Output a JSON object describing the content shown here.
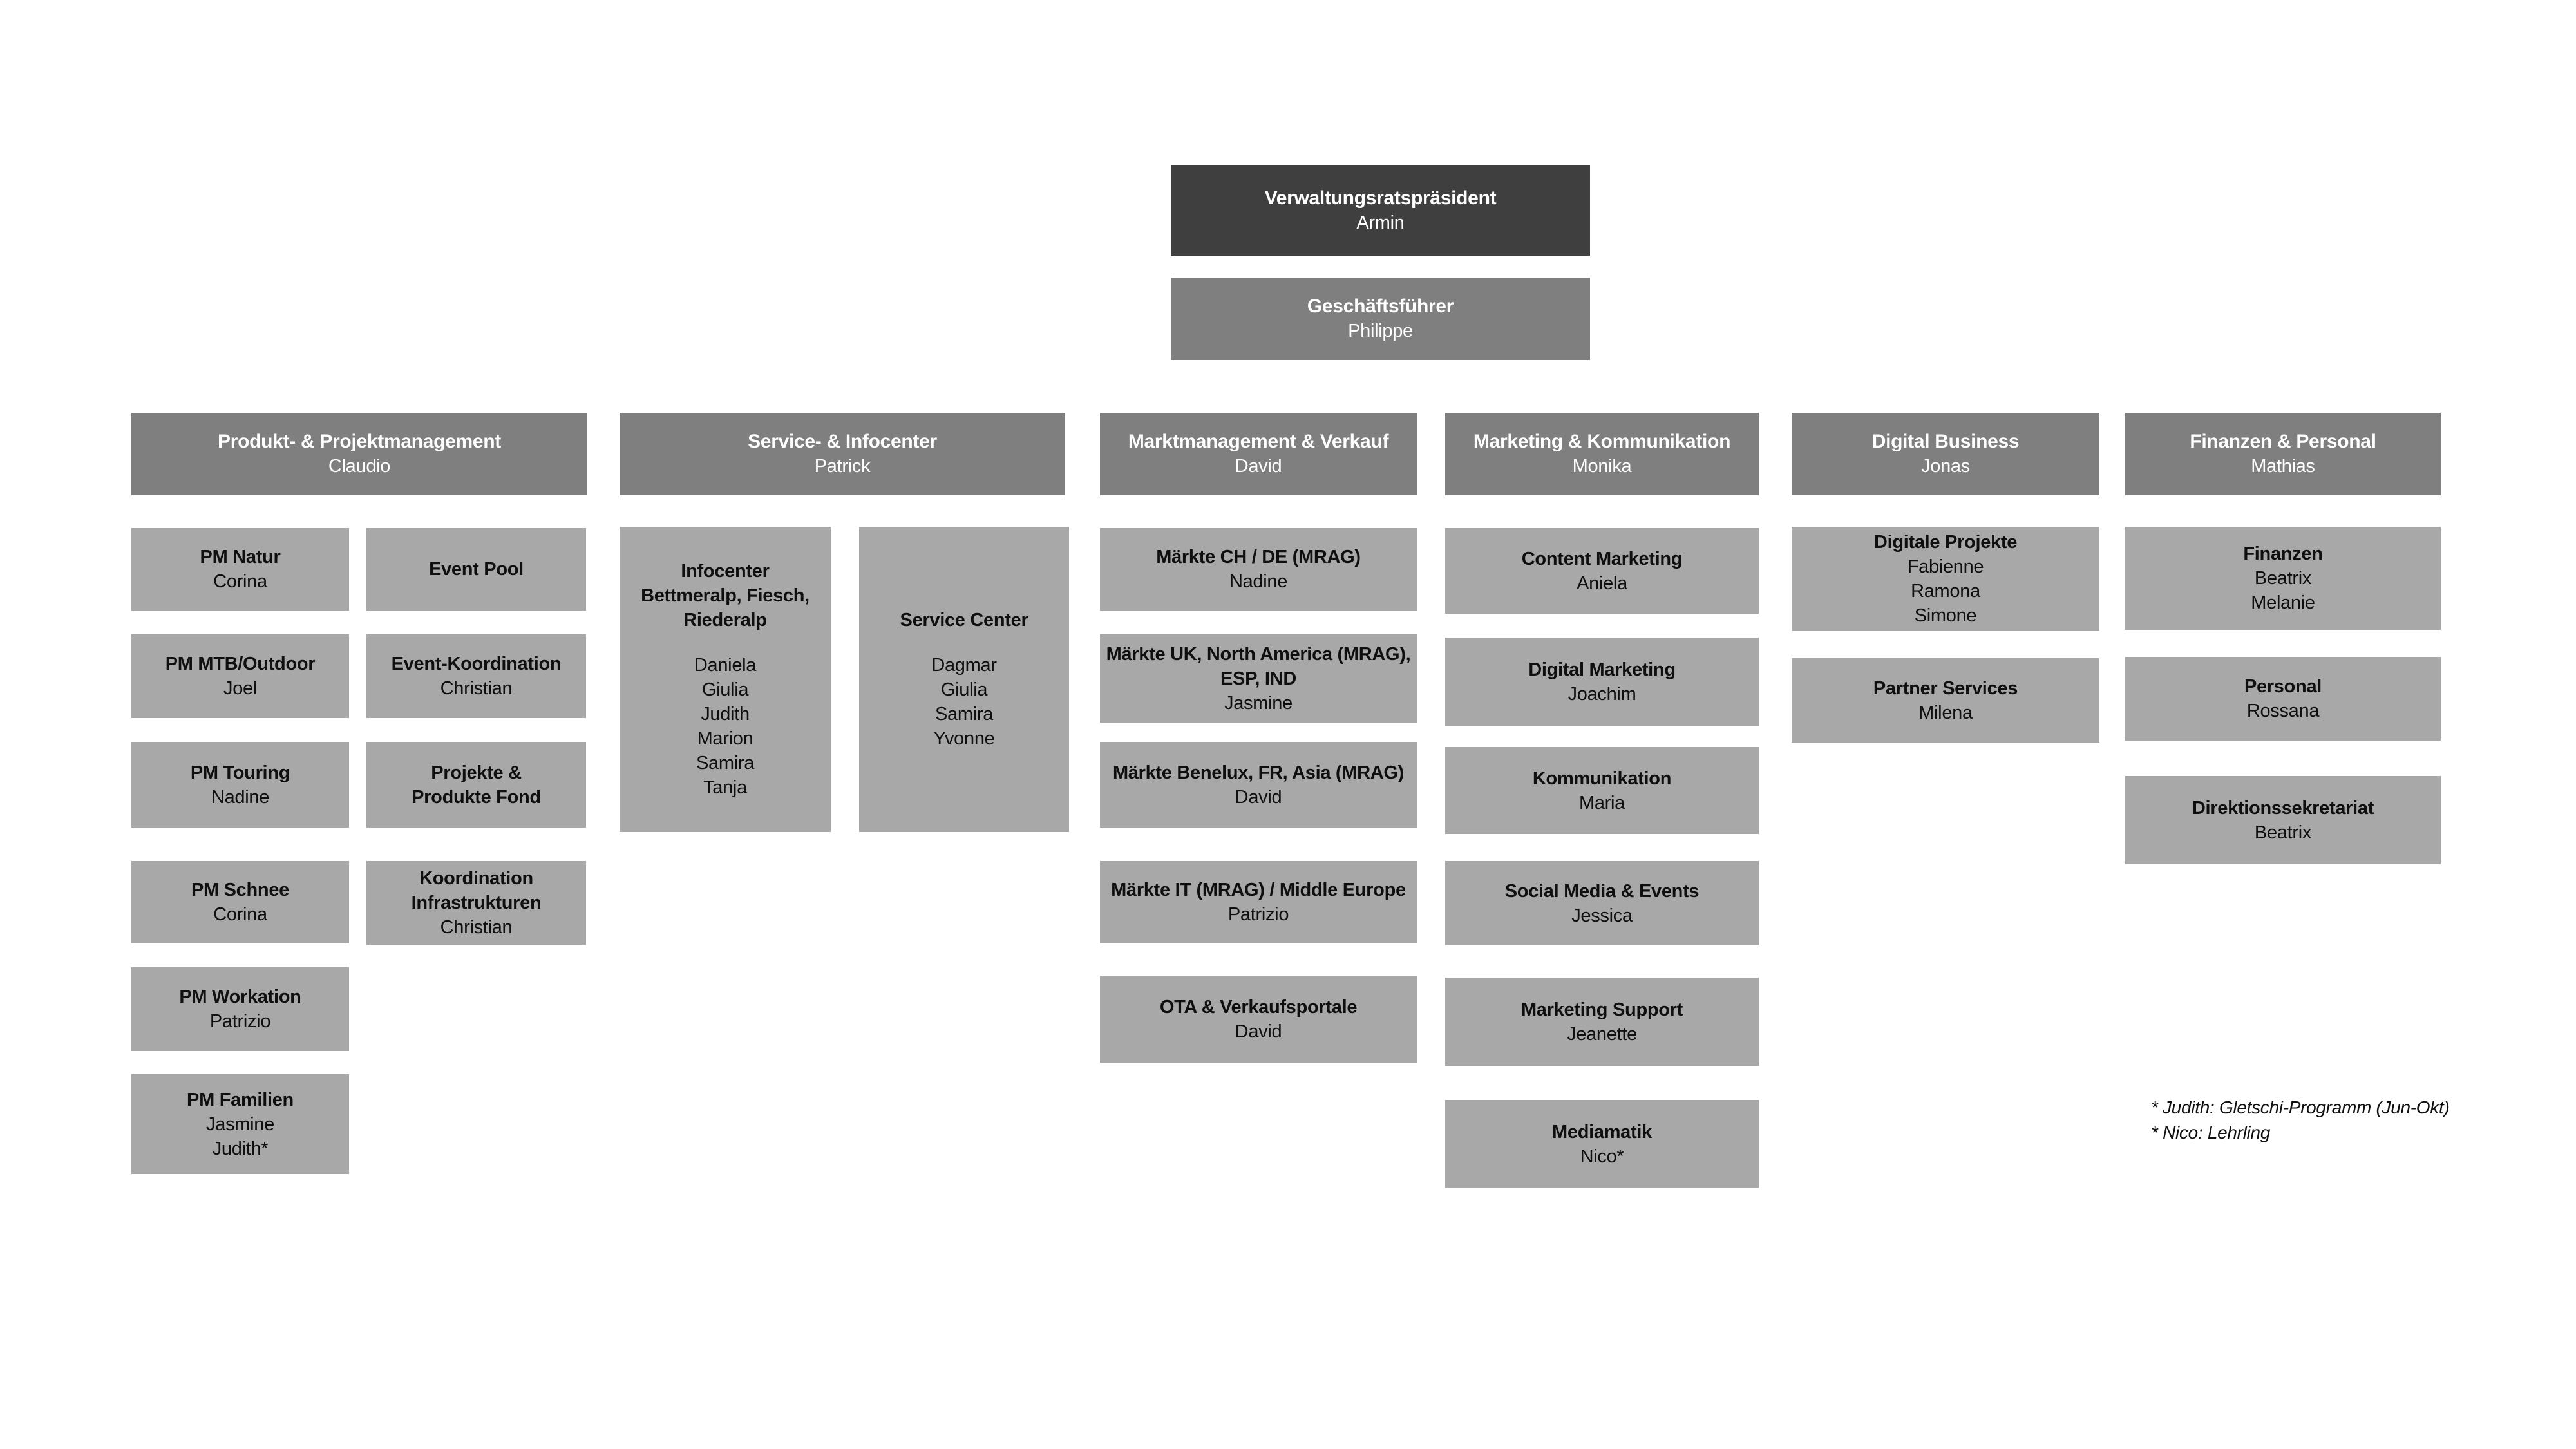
{
  "org": {
    "president": {
      "title": "Verwaltungsratspräsident",
      "name": "Armin"
    },
    "ceo": {
      "title": "Geschäftsführer",
      "name": "Philippe"
    },
    "departments": [
      {
        "title": "Produkt- & Projektmanagement",
        "name": "Claudio",
        "groups": [
          {
            "boxes": [
              {
                "title_lines": [
                  "PM Natur"
                ],
                "names": [
                  "Corina"
                ]
              },
              {
                "title_lines": [
                  "PM MTB/Outdoor"
                ],
                "names": [
                  "Joel"
                ]
              },
              {
                "title_lines": [
                  "PM Touring"
                ],
                "names": [
                  "Nadine"
                ]
              },
              {
                "title_lines": [
                  "PM Schnee"
                ],
                "names": [
                  "Corina"
                ]
              },
              {
                "title_lines": [
                  "PM Workation"
                ],
                "names": [
                  "Patrizio"
                ]
              },
              {
                "title_lines": [
                  "PM Familien"
                ],
                "names": [
                  "Jasmine",
                  "Judith*"
                ]
              }
            ]
          },
          {
            "boxes": [
              {
                "title_lines": [
                  "Event Pool"
                ],
                "names": []
              },
              {
                "title_lines": [
                  "Event-Koordination"
                ],
                "names": [
                  "Christian"
                ]
              },
              {
                "title_lines": [
                  "Projekte &",
                  "Produkte Fond"
                ],
                "names": []
              },
              {
                "title_lines": [
                  "Koordination",
                  "Infrastrukturen"
                ],
                "names": [
                  "Christian"
                ]
              }
            ]
          }
        ]
      },
      {
        "title": "Service- & Infocenter",
        "name": "Patrick",
        "groups": [
          {
            "boxes": [
              {
                "title_lines": [
                  "Infocenter",
                  "Bettmeralp, Fiesch,",
                  "Riederalp"
                ],
                "names": [
                  "Daniela",
                  "Giulia",
                  "Judith",
                  "Marion",
                  "Samira",
                  "Tanja"
                ],
                "names_gap": true
              }
            ]
          },
          {
            "boxes": [
              {
                "title_lines": [
                  "Service Center"
                ],
                "names": [
                  "Dagmar",
                  "Giulia",
                  "Samira",
                  "Yvonne"
                ],
                "names_gap": true
              }
            ]
          }
        ]
      },
      {
        "title": "Marktmanagement & Verkauf",
        "name": "David",
        "groups": [
          {
            "boxes": [
              {
                "title_lines": [
                  "Märkte CH / DE (MRAG)"
                ],
                "names": [
                  "Nadine"
                ]
              },
              {
                "title_lines": [
                  "Märkte UK, North America (MRAG),",
                  "ESP, IND"
                ],
                "names": [
                  "Jasmine"
                ]
              },
              {
                "title_lines": [
                  "Märkte  Benelux, FR, Asia (MRAG)"
                ],
                "names": [
                  "David"
                ]
              },
              {
                "title_lines": [
                  "Märkte IT (MRAG) / Middle Europe"
                ],
                "names": [
                  "Patrizio"
                ]
              },
              {
                "title_lines": [
                  "OTA & Verkaufsportale"
                ],
                "names": [
                  "David"
                ]
              }
            ]
          }
        ]
      },
      {
        "title": "Marketing & Kommunikation",
        "name": "Monika",
        "groups": [
          {
            "boxes": [
              {
                "title_lines": [
                  "Content Marketing"
                ],
                "names": [
                  "Aniela"
                ]
              },
              {
                "title_lines": [
                  "Digital Marketing"
                ],
                "names": [
                  "Joachim"
                ]
              },
              {
                "title_lines": [
                  "Kommunikation"
                ],
                "names": [
                  "Maria"
                ]
              },
              {
                "title_lines": [
                  "Social Media & Events"
                ],
                "names": [
                  "Jessica"
                ]
              },
              {
                "title_lines": [
                  "Marketing Support"
                ],
                "names": [
                  "Jeanette"
                ]
              },
              {
                "title_lines": [
                  "Mediamatik"
                ],
                "names": [
                  "Nico*"
                ]
              }
            ]
          }
        ]
      },
      {
        "title": "Digital Business",
        "name": "Jonas",
        "groups": [
          {
            "boxes": [
              {
                "title_lines": [
                  "Digitale Projekte"
                ],
                "names": [
                  "Fabienne",
                  "Ramona",
                  "Simone"
                ]
              },
              {
                "title_lines": [
                  "Partner Services"
                ],
                "names": [
                  "Milena"
                ]
              }
            ]
          }
        ]
      },
      {
        "title": "Finanzen & Personal",
        "name": "Mathias",
        "groups": [
          {
            "boxes": [
              {
                "title_lines": [
                  "Finanzen"
                ],
                "names": [
                  "Beatrix",
                  "Melanie"
                ]
              },
              {
                "title_lines": [
                  "Personal"
                ],
                "names": [
                  "Rossana"
                ]
              },
              {
                "title_lines": [
                  "Direktionssekretariat"
                ],
                "names": [
                  "Beatrix"
                ]
              }
            ]
          }
        ]
      }
    ]
  },
  "footnotes": [
    "* Judith: Gletschi-Programm (Jun-Okt)",
    "* Nico: Lehrling"
  ],
  "colors": {
    "page_bg": "#ffffff",
    "president_bg": "#3f3f3f",
    "manager_bg": "#7f7f7f",
    "unit_bg": "#a8a8a8",
    "manager_text": "#ffffff",
    "unit_text": "#0f0f0f"
  }
}
